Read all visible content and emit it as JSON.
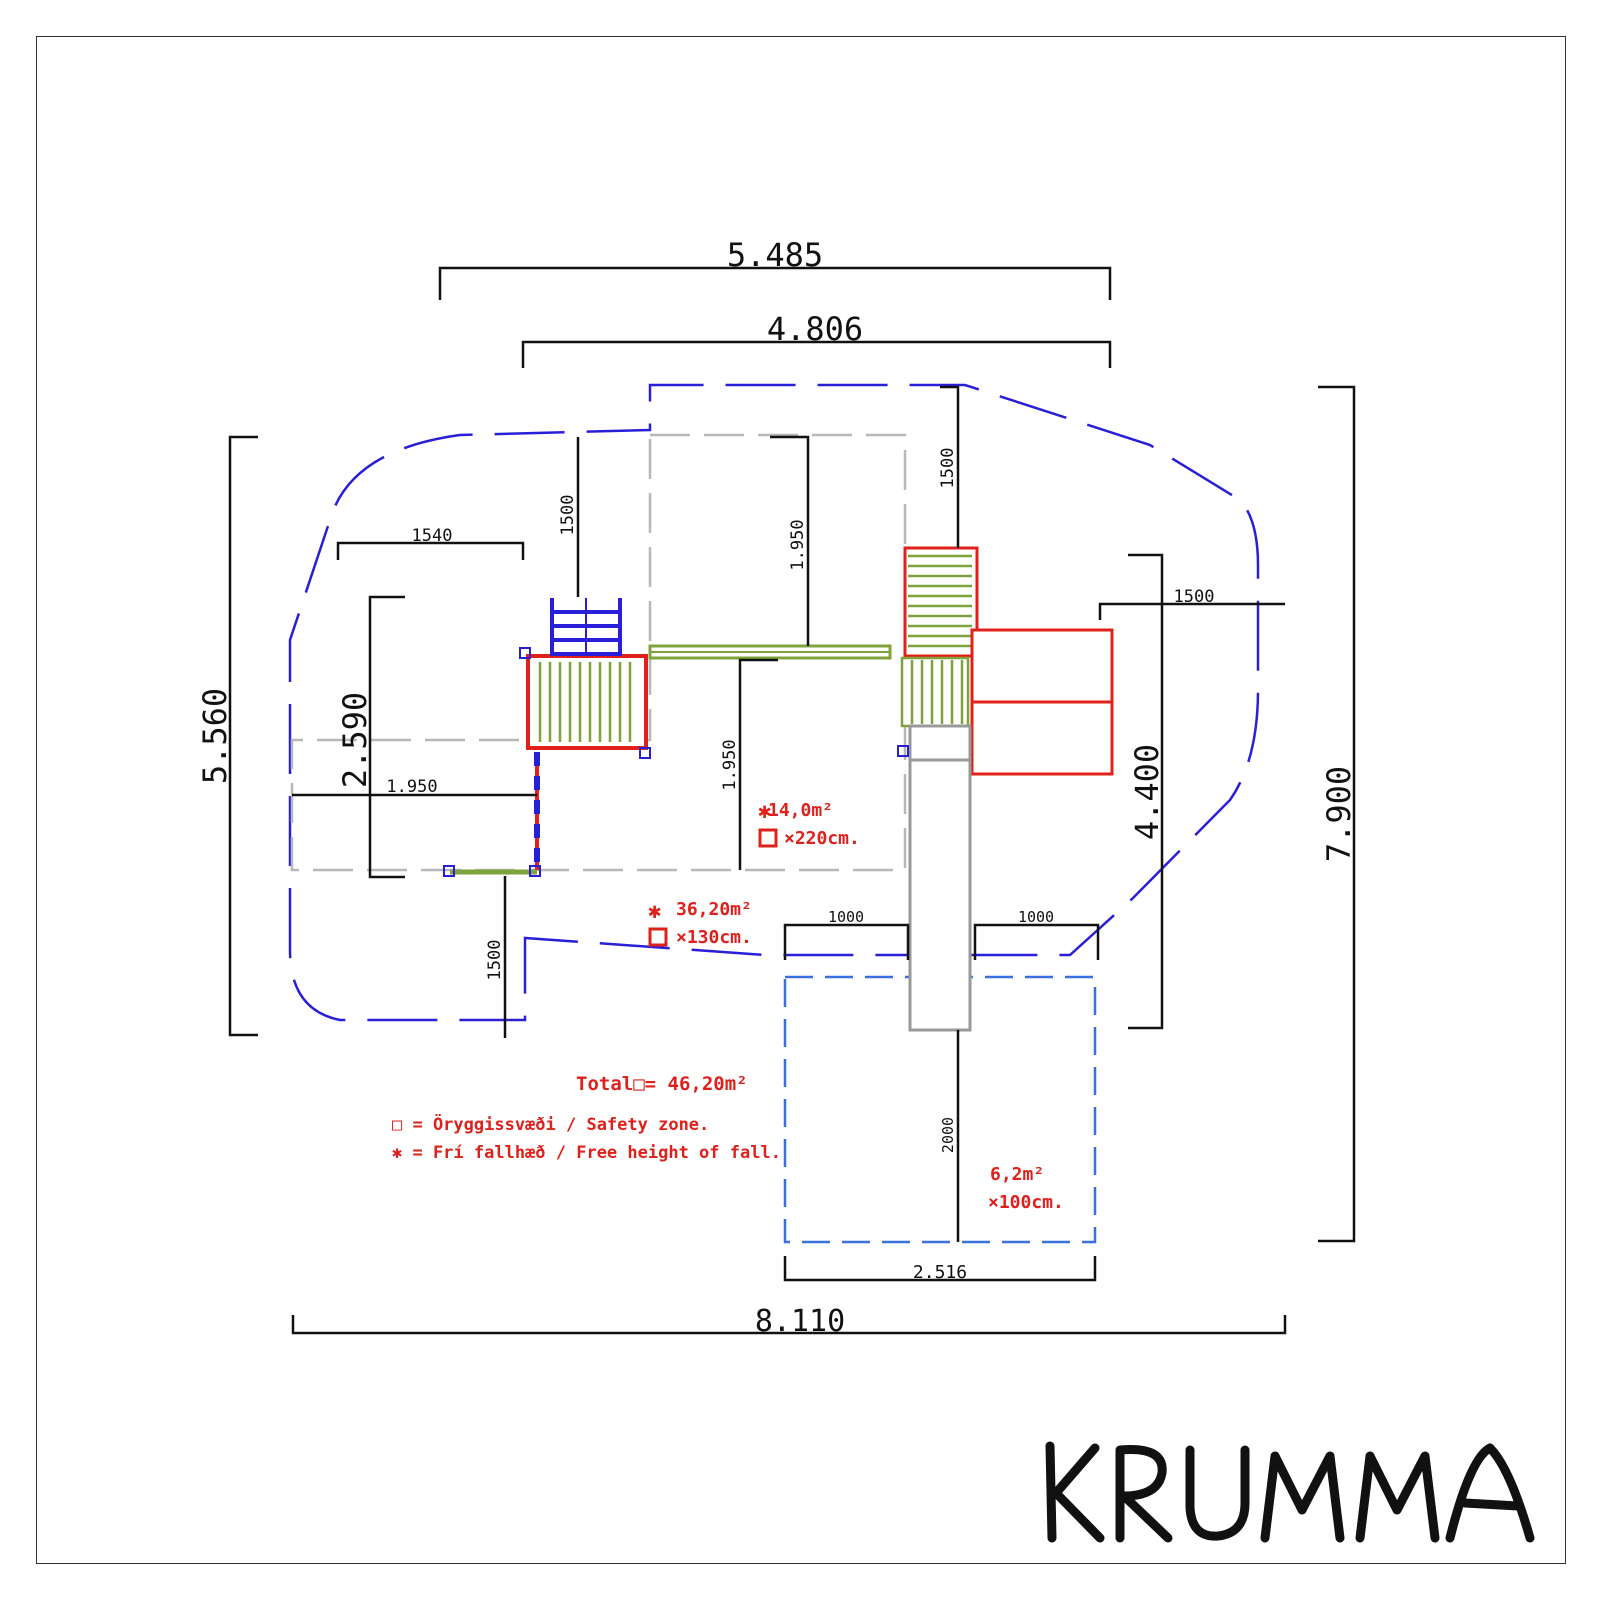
{
  "dimensions": {
    "top_outer": "5.485",
    "top_inner": "4.806",
    "left_outer": "5.560",
    "left_inner": "2.590",
    "right_mid": "4.400",
    "right_outer": "7.900",
    "bottom_total": "8.110",
    "slide_zone_width": "2.516",
    "small_1540": "1540",
    "small_1500_a": "1500",
    "small_1500_b": "1500",
    "small_1500_c": "1500",
    "small_1500_d": "1500",
    "small_1950_a": "1.950",
    "small_1950_b": "1.950",
    "small_1950_c": "1.950",
    "small_1000_a": "1000",
    "small_1000_b": "1000",
    "small_2000": "2000"
  },
  "zones": {
    "inner_area": "14,0m²",
    "inner_height": "×220cm.",
    "main_area": "36,20m²",
    "main_height": "×130cm.",
    "slide_area": "6,2m²",
    "slide_height": "×100cm."
  },
  "legend": {
    "total": "Total□= 46,20m²",
    "safety": "□ = Öryggissvæði / Safety zone.",
    "fall": "✱ = Frí fallhæð / Free height of fall."
  },
  "logo": "KRUMMA",
  "colors": {
    "dimension_line": "#111111",
    "safety_zone": "#2a1fd8",
    "inner_zone": "#b8b8b8",
    "structure_red": "#e0201b",
    "deck_green": "#7fa33a",
    "slide_zone": "#3a6fe0"
  }
}
